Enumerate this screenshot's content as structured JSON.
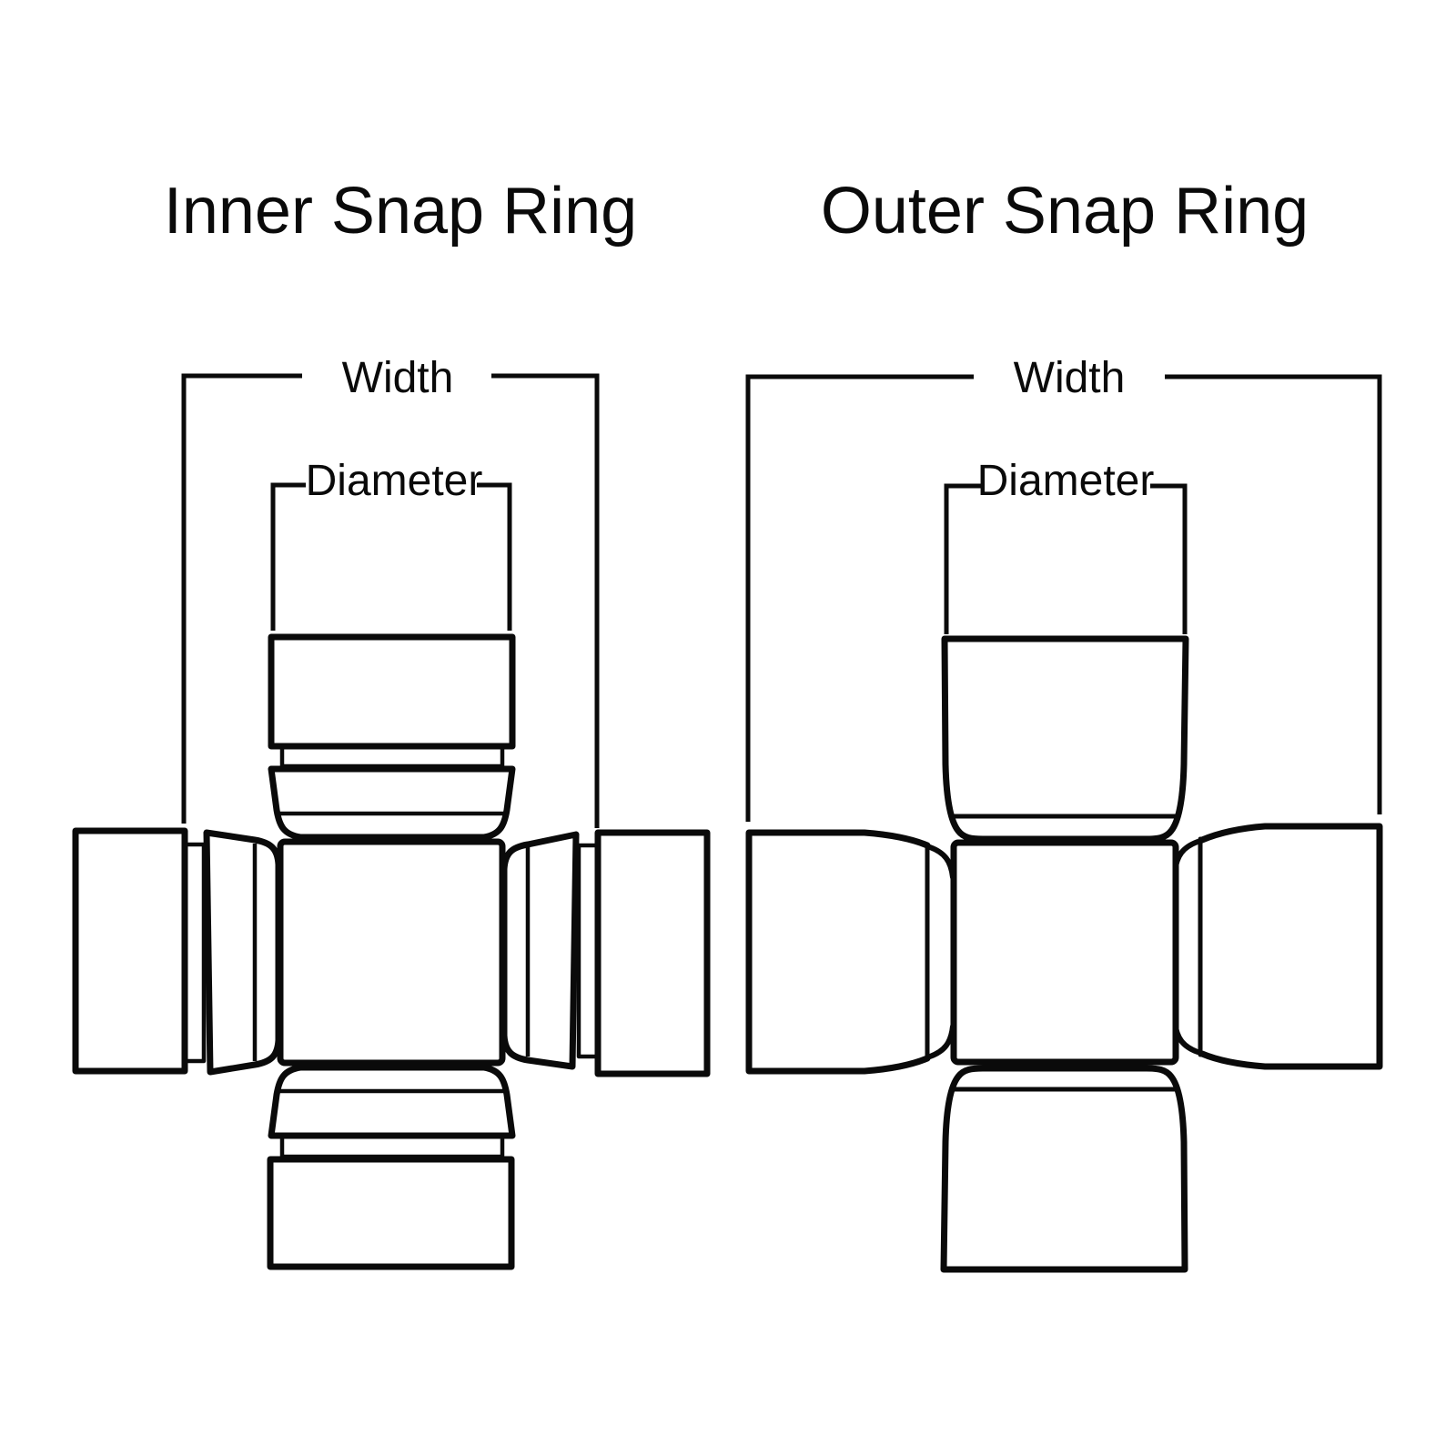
{
  "page": {
    "background_color": "#ffffff",
    "line_color": "#0a0a0a"
  },
  "diagrams": [
    {
      "id": "inner-snap-ring",
      "title": "Inner Snap Ring",
      "width_label": "Width",
      "diameter_label": "Diameter"
    },
    {
      "id": "outer-snap-ring",
      "title": "Outer Snap Ring",
      "width_label": "Width",
      "diameter_label": "Diameter"
    }
  ]
}
